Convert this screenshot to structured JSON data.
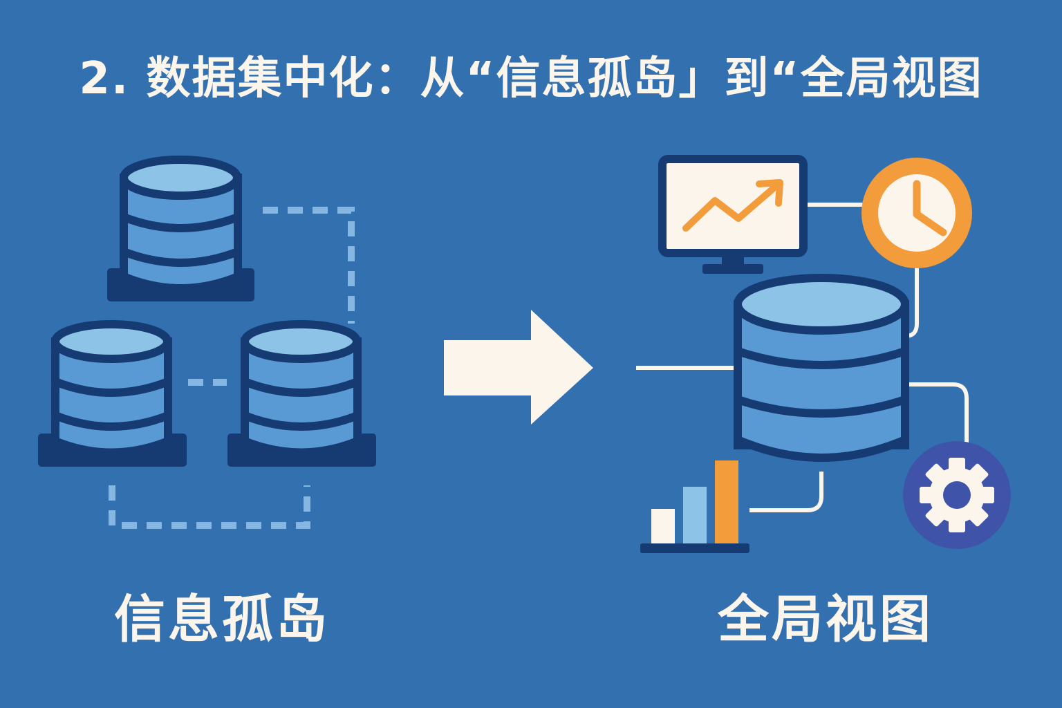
{
  "title": "2. 数据集中化：从“信息孤岛」到“全局视图",
  "left_label": "信息孤岛",
  "right_label": "全局视图",
  "colors": {
    "background": "#3370B0",
    "outline": "#163A72",
    "db_top": "#8EC3E8",
    "db_band": "#5A9AD4",
    "accent_orange": "#F39C3C",
    "accent_indigo": "#3F53A8",
    "cream": "#FBF5EC",
    "dashed": "#86B6E2"
  },
  "icons": [
    "database-icon",
    "arrow-right-icon",
    "monitor-chart-icon",
    "clock-pie-icon",
    "bar-chart-icon",
    "gear-icon"
  ]
}
